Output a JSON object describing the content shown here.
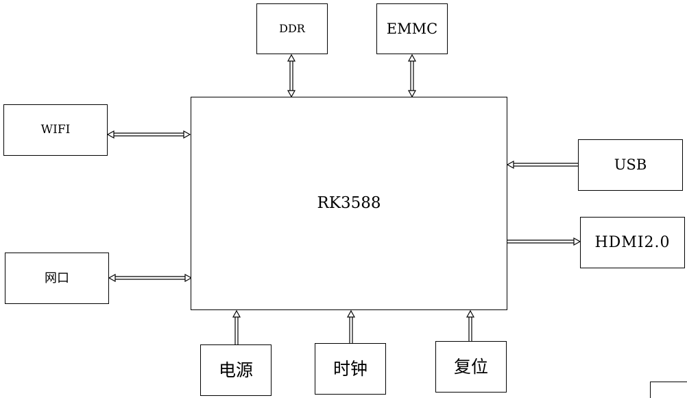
{
  "processor": {
    "label": "RK3588"
  },
  "memory": {
    "ddr": "DDR",
    "emmc": "EMMC"
  },
  "left_peripherals": {
    "wifi": "WIFI",
    "ethernet": "网口"
  },
  "right_peripherals": {
    "usb": "USB",
    "hdmi": "HDMI2.0"
  },
  "bottom_inputs": {
    "power": "电源",
    "clock": "时钟",
    "reset": "复位"
  },
  "colors": {
    "line": "#000000",
    "background": "#ffffff"
  }
}
